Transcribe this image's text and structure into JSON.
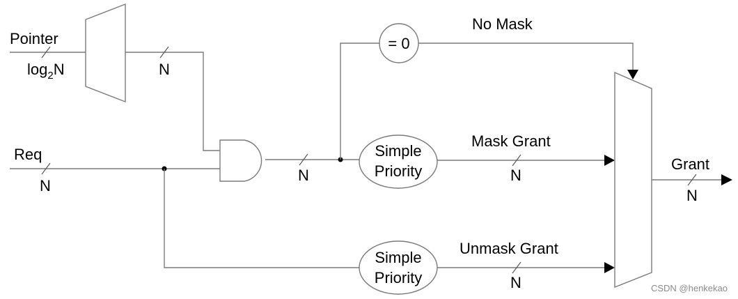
{
  "labels": {
    "pointer": "Pointer",
    "log_prefix": "log",
    "log_sub": "2",
    "log_suffix": "N",
    "mux_out_width": "N",
    "req": "Req",
    "req_width": "N",
    "and_out_width": "N",
    "zero_test": "= 0",
    "no_mask": "No Mask",
    "simple": "Simple",
    "priority": "Priority",
    "mask_grant": "Mask Grant",
    "mask_grant_width": "N",
    "unmask_grant": "Unmask Grant",
    "unmask_grant_width": "N",
    "grant": "Grant",
    "grant_width": "N"
  },
  "watermark": "CSDN @henkekao"
}
